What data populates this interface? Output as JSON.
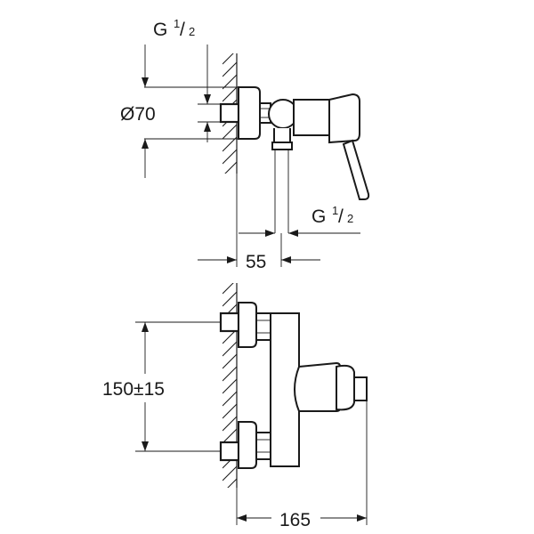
{
  "top_view": {
    "thread_label_top": {
      "main": "G",
      "num": "1",
      "den": "2"
    },
    "diameter_label": "Ø70",
    "thread_label_bottom": {
      "main": "G",
      "num": "1",
      "den": "2"
    },
    "depth_label": "55"
  },
  "front_view": {
    "spacing_label": "150±15",
    "projection_label": "165"
  }
}
